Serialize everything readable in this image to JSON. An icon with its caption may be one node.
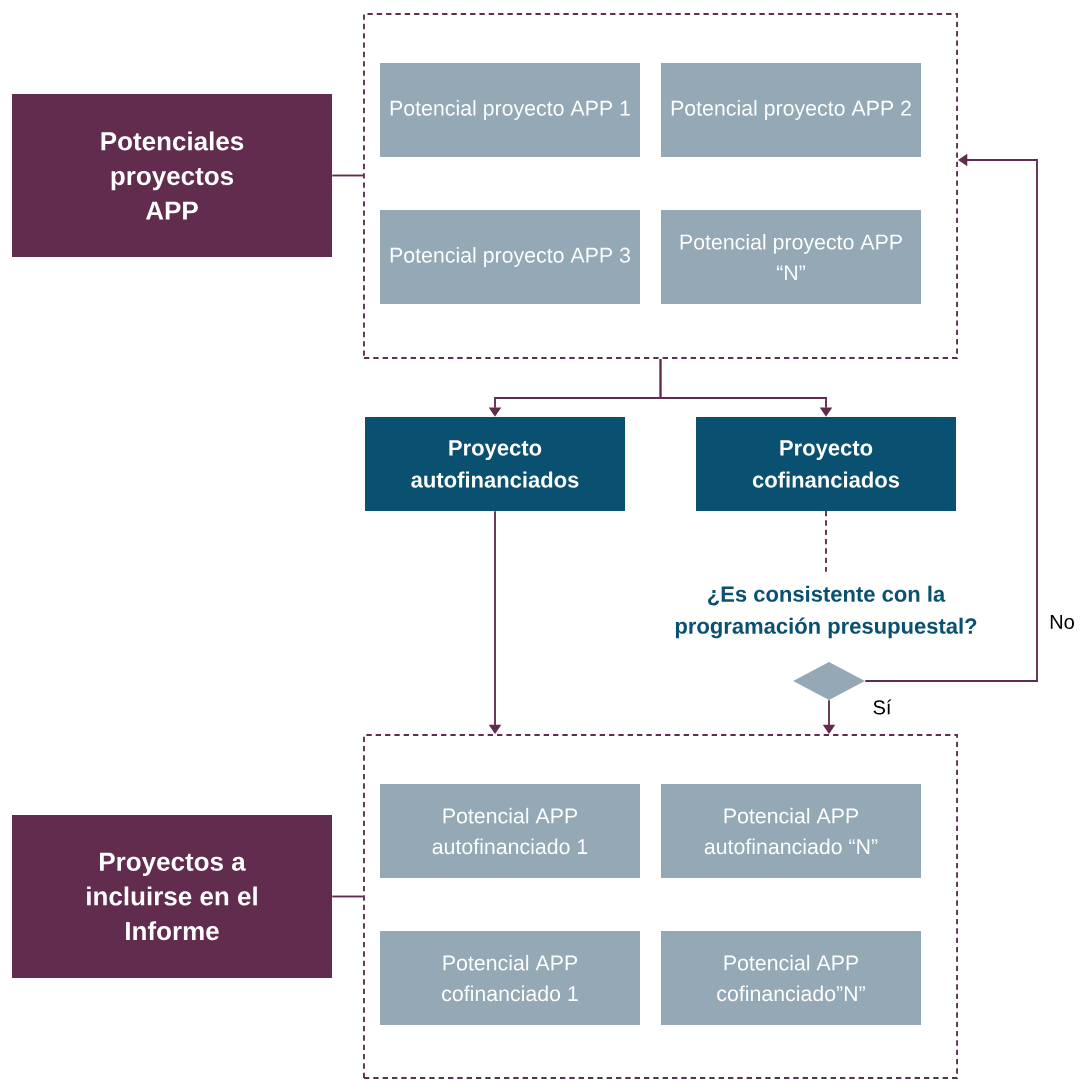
{
  "diagram": {
    "nodes": [
      {
        "text": [],
        "shape": "box"
      },
      {
        "text": [
          "Potencial proyecto APP 1"
        ],
        "in": 0
      },
      {
        "text": [
          "Potencial proyecto APP 2"
        ],
        "in": 0
      },
      {
        "text": [
          "Potencial proyecto APP 3"
        ],
        "in": 0
      },
      {
        "text": [
          "Potencial proyecto APP “N”"
        ],
        "in": 0
      },
      {
        "text": [
          "Potenciales proyectos APP"
        ]
      },
      {
        "text": [
          "Proyecto autofinanciados"
        ]
      },
      {
        "text": [
          "Proyecto cofinanciados"
        ]
      },
      {
        "text": [
          "¿Es consistente con la programación presupuestal?"
        ]
      },
      {
        "text": [],
        "shape": "diamond"
      },
      {
        "text": [],
        "shape": "box"
      },
      {
        "text": [
          "Potencial APP autofinanciado 1"
        ],
        "in": 10
      },
      {
        "text": [
          "Potencial APP autofinanciado “N”"
        ],
        "in": 10
      },
      {
        "text": [
          "Potencial APP cofinanciado 1"
        ],
        "in": 10
      },
      {
        "text": [
          "Potencial APP cofinanciado”N”"
        ],
        "in": 10
      },
      {
        "text": [
          "Proyectos a incluirse en el Informe"
        ]
      }
    ],
    "edges": [
      {
        "from": 5,
        "to": 0,
        "arrow": "none"
      },
      {
        "from": 0,
        "to": 6,
        "arrow": "to"
      },
      {
        "from": 0,
        "to": 7,
        "arrow": "to"
      },
      {
        "from": 7,
        "to": 8,
        "arrow": "none",
        "style": "dashed"
      },
      {
        "from": 9,
        "to": 0,
        "arrow": "to",
        "label": "No"
      },
      {
        "from": 9,
        "to": 10,
        "arrow": "to",
        "label": "Sí"
      },
      {
        "from": 6,
        "to": 10,
        "arrow": "to"
      },
      {
        "from": 15,
        "to": 10,
        "arrow": "none"
      }
    ]
  }
}
